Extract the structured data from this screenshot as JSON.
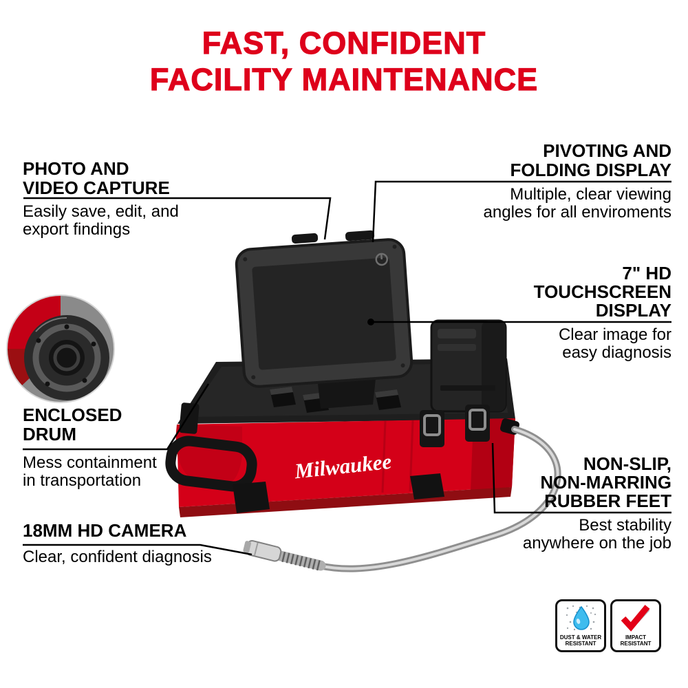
{
  "title": {
    "line1": "FAST, CONFIDENT",
    "line2": "FACILITY MAINTENANCE"
  },
  "callouts": {
    "photo_video_capture": {
      "heading": [
        "PHOTO AND",
        "VIDEO CAPTURE"
      ],
      "body": [
        "Easily save, edit, and",
        "export findings"
      ]
    },
    "pivoting_folding_display": {
      "heading": [
        "PIVOTING AND",
        "FOLDING DISPLAY"
      ],
      "body": [
        "Multiple, clear viewing",
        "angles for all enviroments"
      ]
    },
    "hd_touchscreen_display": {
      "heading": [
        "7\" HD",
        "TOUCHSCREEN",
        "DISPLAY"
      ],
      "body": [
        "Clear image for",
        "easy diagnosis"
      ]
    },
    "enclosed_drum": {
      "heading": [
        "ENCLOSED",
        "DRUM"
      ],
      "body": [
        "Mess containment",
        "in transportation"
      ]
    },
    "rubber_feet": {
      "heading": [
        "NON-SLIP,",
        "NON-MARRING",
        "RUBBER FEET"
      ],
      "body": [
        "Best stability",
        "anywhere on the job"
      ]
    },
    "hd_camera": {
      "heading": [
        "18MM HD CAMERA"
      ],
      "body": [
        "Clear, confident diagnosis"
      ]
    }
  },
  "product": {
    "brand": "Milwaukee"
  },
  "badges": {
    "dust_water": {
      "label": [
        "DUST & WATER",
        "RESISTANT"
      ]
    },
    "impact": {
      "label": [
        "IMPACT",
        "RESISTANT"
      ]
    }
  },
  "colors": {
    "accent_red": "#DE001B",
    "case_red": "#D40018",
    "text_black": "#000000",
    "water_blue": "#3FBCEE"
  }
}
